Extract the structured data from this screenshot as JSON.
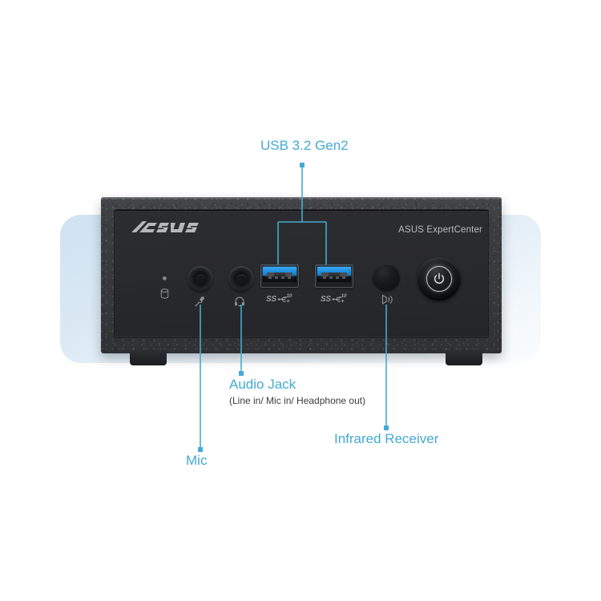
{
  "page": {
    "title": "ASUS ExpertCenter front I/O callout diagram",
    "accent_color": "#45aad2",
    "subtitle_color": "#3c3c3c",
    "backdrop_color": "#cfe3f2"
  },
  "device": {
    "brand_logo": "ASUS",
    "model_text": "ASUS ExpertCenter",
    "chassis_color": "#3a3b3e",
    "faceplate_color": "#2a2b2d"
  },
  "front_panel": {
    "hdd_led": {
      "name": "hdd-activity-led",
      "icon": "hard-drive-icon"
    },
    "mic_jack": {
      "icon": "microphone-icon"
    },
    "headphone_jack": {
      "icon": "headset-icon"
    },
    "usb_ports": [
      {
        "icon": "superspeed-usb-icon",
        "speed_badge": "10"
      },
      {
        "icon": "superspeed-usb-icon",
        "speed_badge": "10"
      }
    ],
    "ir_receiver": {
      "icon": "infrared-icon"
    },
    "power_button": {
      "icon": "power-icon"
    }
  },
  "callouts": [
    {
      "id": "usb",
      "label": "USB 3.2 Gen2",
      "sub": ""
    },
    {
      "id": "audio",
      "label": "Audio Jack",
      "sub": "(Line in/ Mic in/ Headphone out)"
    },
    {
      "id": "mic",
      "label": "Mic",
      "sub": ""
    },
    {
      "id": "ir",
      "label": "Infrared Receiver",
      "sub": ""
    }
  ]
}
